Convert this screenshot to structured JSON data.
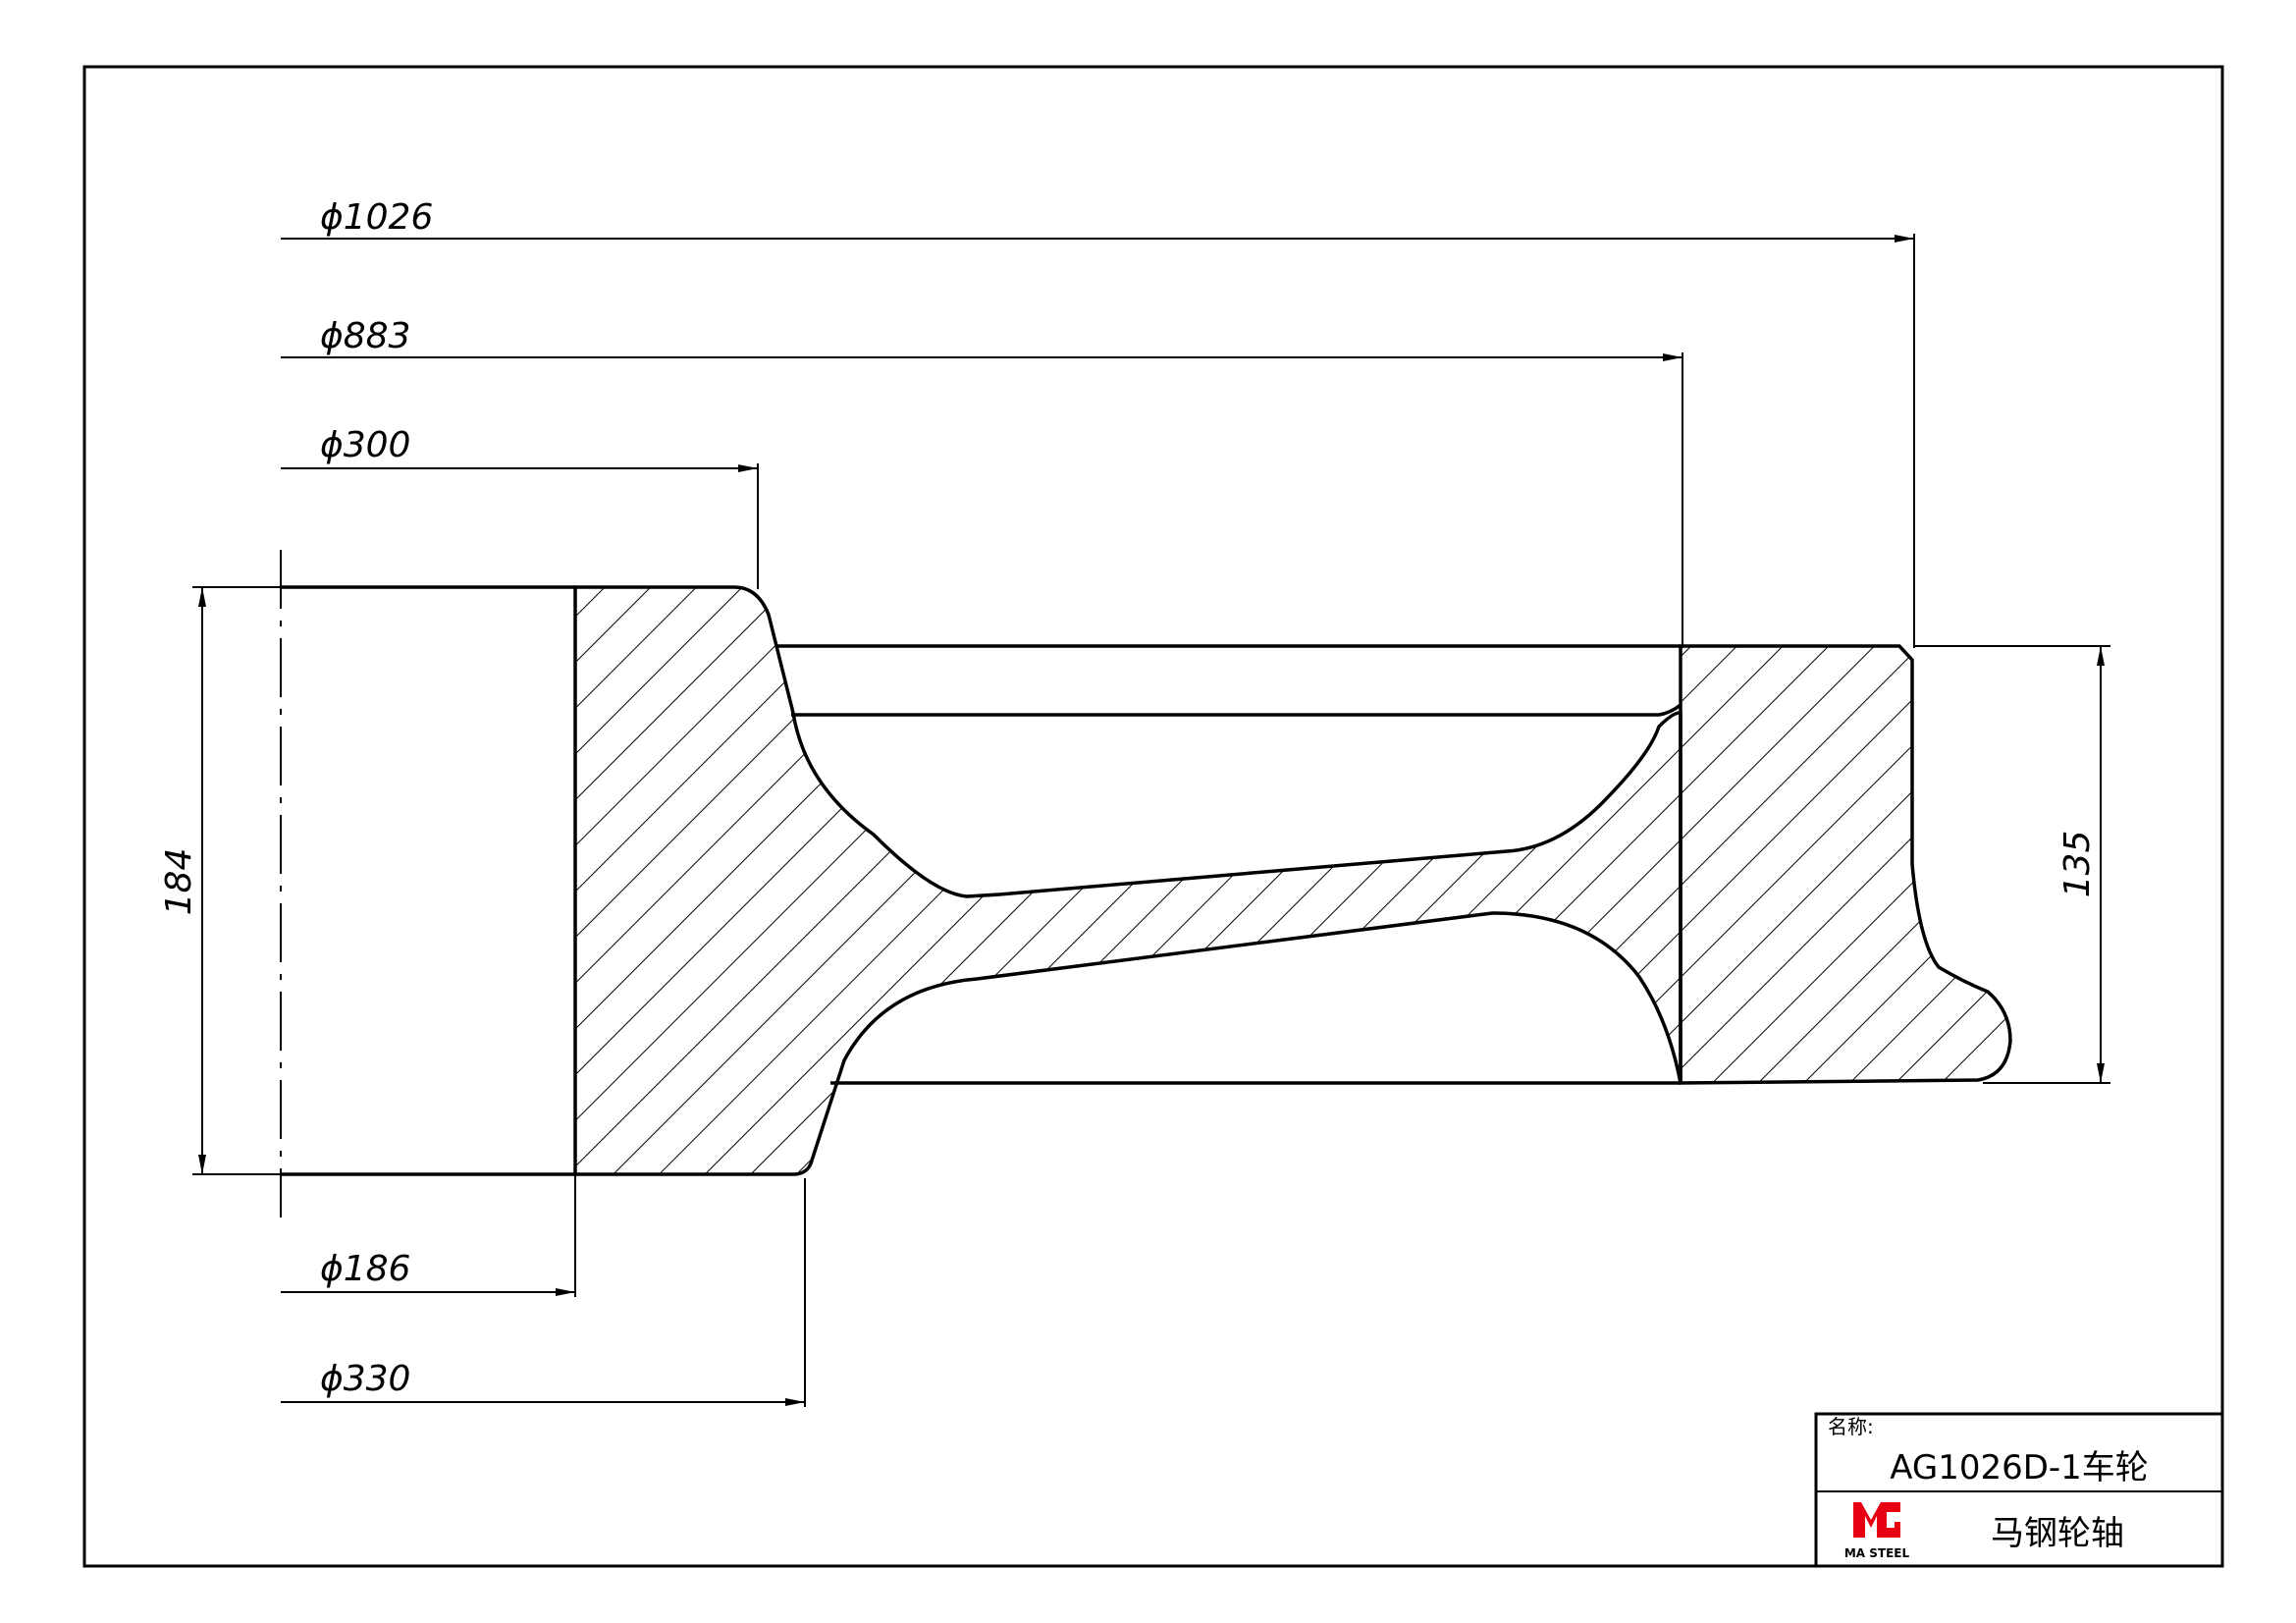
{
  "dimensions": {
    "d1026": "ϕ1026",
    "d883": "ϕ883",
    "d300": "ϕ300",
    "d186": "ϕ186",
    "d330": "ϕ330",
    "h184": "184",
    "h135": "135"
  },
  "title_block": {
    "name_label": "名称:",
    "part_name": "AG1026D-1车轮",
    "company": "马钢轮轴",
    "logo_text": "MA STEEL",
    "logo_color": "#e60012"
  }
}
